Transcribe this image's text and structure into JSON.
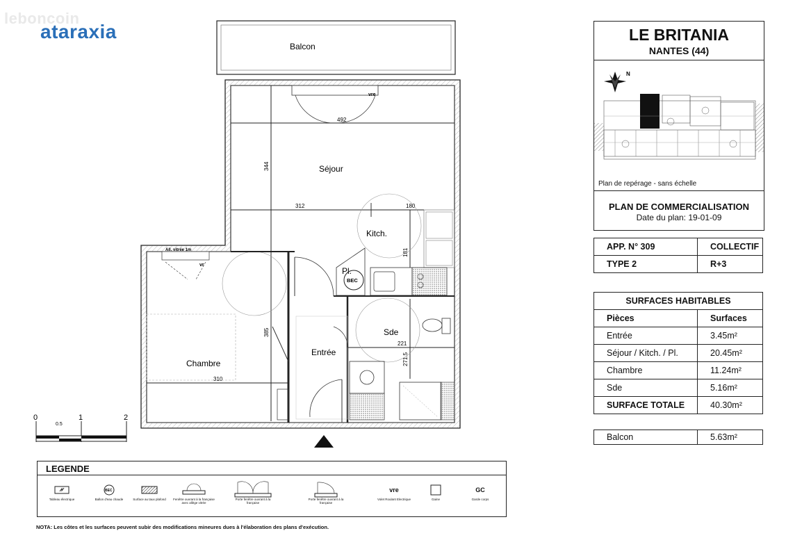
{
  "watermark": "leboncoin",
  "logo": "ataraxia",
  "header": {
    "title": "LE BRITANIA",
    "city": "NANTES (44)"
  },
  "location_map": {
    "compass": "N",
    "caption": "Plan de repérage - sans échelle"
  },
  "plan_info": {
    "heading": "PLAN DE COMMERCIALISATION",
    "date": "Date du plan: 19-01-09"
  },
  "apartment": {
    "number": "APP. N° 309",
    "kind": "COLLECTIF",
    "type": "TYPE 2",
    "floor": "R+3"
  },
  "surfaces": {
    "heading": "SURFACES HABITABLES",
    "col_rooms": "Pièces",
    "col_surfaces": "Surfaces",
    "rows": [
      {
        "room": "Entrée",
        "surface": "3.45m²"
      },
      {
        "room": "Séjour / Kitch. / Pl.",
        "surface": "20.45m²"
      },
      {
        "room": "Chambre",
        "surface": "11.24m²"
      },
      {
        "room": "Sde",
        "surface": "5.16m²"
      }
    ],
    "total_label": "SURFACE TOTALE",
    "total_value": "40.30m²"
  },
  "balcony_row": {
    "label": "Balcon",
    "value": "5.63m²"
  },
  "floorplan": {
    "rooms": {
      "balcon": "Balcon",
      "sejour": "Séjour",
      "kitch": "Kitch.",
      "pl": "Pl.",
      "bec": "BEC",
      "chambre": "Chambre",
      "entree": "Entrée",
      "sde": "Sde"
    },
    "dims": {
      "d492": "492",
      "d344": "344",
      "d312": "312",
      "d180": "180",
      "d181": "181",
      "d385": "385",
      "d310": "310",
      "d221": "221",
      "d271": "271.5"
    },
    "marks": {
      "vre": "vre",
      "vr": "vr",
      "allege": "All. vitrée 1m"
    }
  },
  "scale": {
    "t0": "0",
    "t05": "0.5",
    "t1": "1",
    "t2": "2"
  },
  "legend": {
    "title": "LEGENDE",
    "items": [
      {
        "symbol": "",
        "label": "Tableau électrique"
      },
      {
        "symbol": "BEC",
        "label": "Ballon d'eau chaude"
      },
      {
        "symbol": "",
        "label": "Surface au taux plafond"
      },
      {
        "symbol": "",
        "label": "Fenêtre ouvrant à la française avec allège vitrée"
      },
      {
        "symbol": "",
        "label": "Porte fenêtre ouvrant à la française"
      },
      {
        "symbol": "",
        "label": "Porte fenêtre ouvrant à la française"
      },
      {
        "symbol": "vre",
        "label": "Volet Roulant Electrique"
      },
      {
        "symbol": "",
        "label": "Gaine"
      },
      {
        "symbol": "GC",
        "label": "Garde corps"
      }
    ]
  },
  "note": "NOTA: Les côtes et les surfaces peuvent subir des modifications mineures dues à l'élaboration des plans d'exécution."
}
